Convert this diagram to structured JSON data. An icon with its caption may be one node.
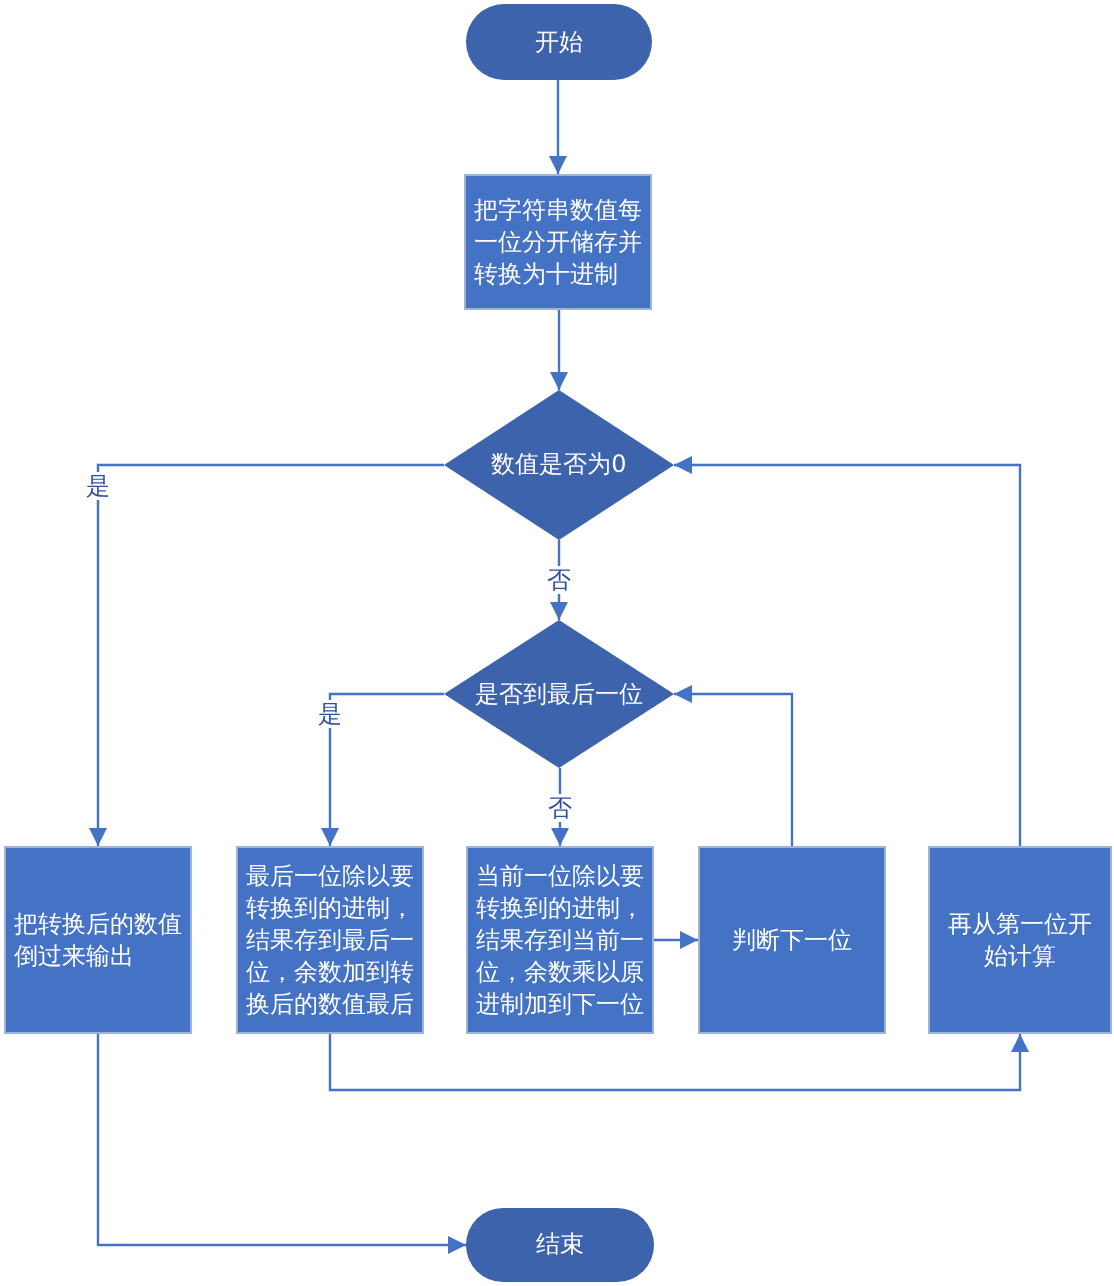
{
  "diagram": {
    "nodes": [
      {
        "text": [
          "开始"
        ]
      },
      {
        "text": [
          "把字符串数值每一位分开储存并转换为十进制"
        ]
      },
      {
        "text": [
          "数值是否为0"
        ]
      },
      {
        "text": [
          "是否到最后一位"
        ]
      },
      {
        "text": [
          "把转换后的数值倒过来输出"
        ]
      },
      {
        "text": [
          "最后一位除以要转换到的进制，结果存到最后一位，余数加到转换后的数值最后"
        ]
      },
      {
        "text": [
          "当前一位除以要转换到的进制，结果存到当前一位，余数乘以原进制加到下一位"
        ]
      },
      {
        "text": [
          "判断下一位"
        ]
      },
      {
        "text": [
          "再从第一位开始计算"
        ]
      },
      {
        "text": [
          "结束"
        ]
      }
    ],
    "edges": [
      {
        "from": 0,
        "to": 1,
        "arrow": "to"
      },
      {
        "from": 1,
        "to": 2,
        "arrow": "to"
      },
      {
        "from": 2,
        "to": 4,
        "arrow": "to",
        "label": "是"
      },
      {
        "from": 2,
        "to": 3,
        "arrow": "to",
        "label": "否"
      },
      {
        "from": 3,
        "to": 5,
        "arrow": "to",
        "label": "是"
      },
      {
        "from": 3,
        "to": 6,
        "arrow": "to",
        "label": "否"
      },
      {
        "from": 6,
        "to": 7,
        "arrow": "to"
      },
      {
        "from": 7,
        "to": 3,
        "arrow": "to"
      },
      {
        "from": 5,
        "to": 8,
        "arrow": "to"
      },
      {
        "from": 8,
        "to": 2,
        "arrow": "to"
      },
      {
        "from": 4,
        "to": 9,
        "arrow": "to"
      }
    ]
  }
}
